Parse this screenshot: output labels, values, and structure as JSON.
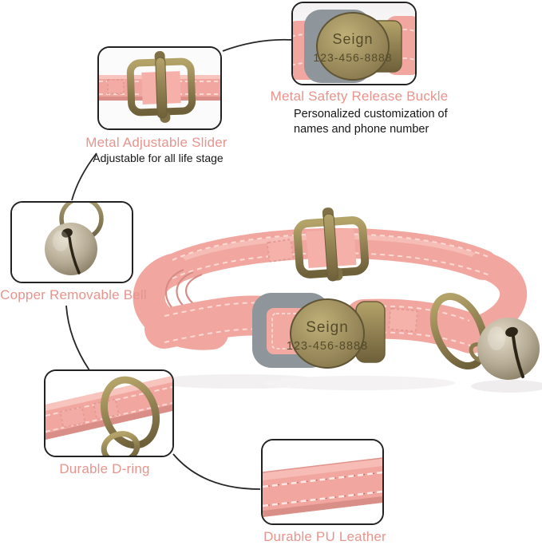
{
  "page": {
    "background": "#ffffff",
    "type": "cat collar product feature infographic"
  },
  "colors": {
    "label_pink": "#e8948d",
    "description_text": "#161616",
    "strap_pink": "#f1a7a0",
    "strap_highlight": "#f8c4be",
    "strap_shadow": "#d98e88",
    "stitch": "#fbdad5",
    "bronze": "#8d7d50",
    "buckle_grey": "#8e959b",
    "leader_line": "#262626"
  },
  "callouts": {
    "slider": {
      "label": "Metal Adjustable Slider",
      "description": "Adjustable for all life stage"
    },
    "buckle": {
      "label": "Metal Safety Release Buckle",
      "description_lines": [
        "Personalized customization of",
        "names and phone number"
      ]
    },
    "bell": {
      "label": "Copper Removable Bell"
    },
    "dring": {
      "label": "Durable D-ring"
    },
    "leather": {
      "label": "Durable PU Leather"
    }
  },
  "product": {
    "tag_name": "Seign",
    "tag_phone": "123-456-8888"
  }
}
